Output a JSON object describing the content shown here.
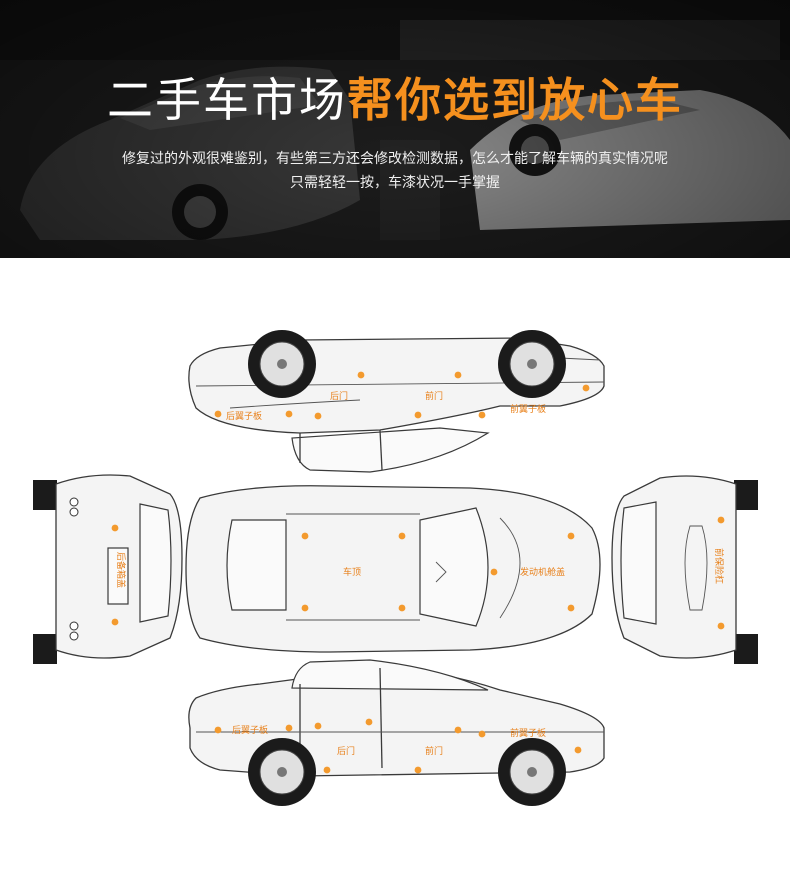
{
  "banner": {
    "headline_white": "二手车市场",
    "headline_orange": "帮你选到放心车",
    "subtitle_line1": "修复过的外观很难鉴别，有些第三方还会修改检测数据，怎么才能了解车辆的真实情况呢",
    "subtitle_line2": "只需轻轻一按，车漆状况一手掌握"
  },
  "colors": {
    "accent": "#f5901e",
    "marker": "#f39a2e",
    "label": "#e8801a"
  },
  "car_diagram": {
    "top_side": {
      "rear_fender": "后翼子板",
      "rear_door": "后门",
      "front_door": "前门",
      "front_fender": "前翼子板"
    },
    "roof": "车顶",
    "hood": "发动机舱盖",
    "trunk": "后备箱盖",
    "front_bumper": "前保险杠",
    "bottom_side": {
      "rear_fender": "后翼子板",
      "rear_door": "后门",
      "front_door": "前门",
      "front_fender": "前翼子板"
    }
  }
}
